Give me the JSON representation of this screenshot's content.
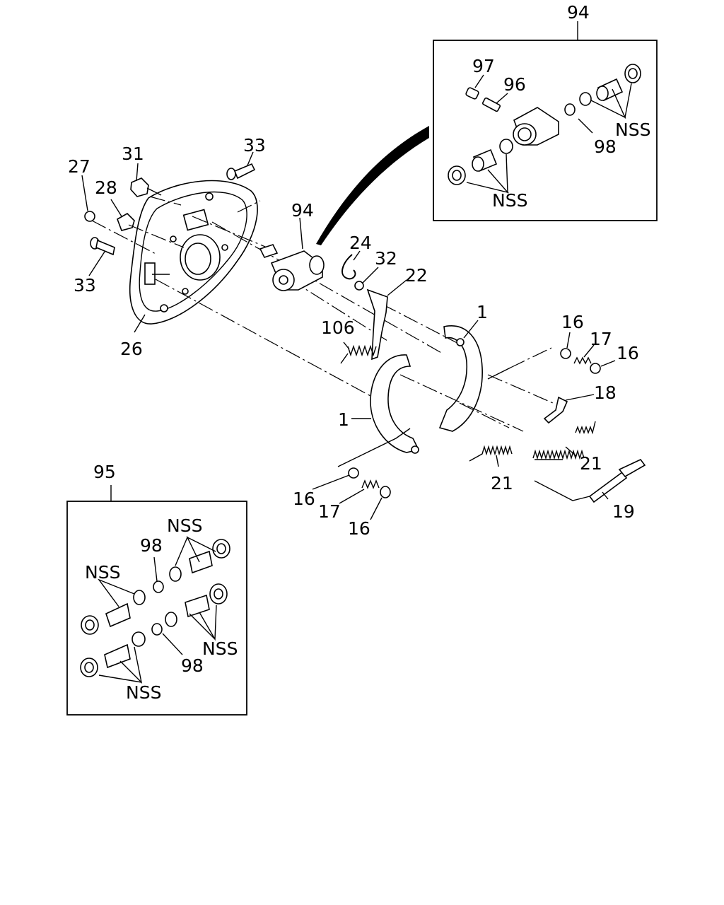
{
  "callouts": {
    "c94_top": "94",
    "c97": "97",
    "c96": "96",
    "c98_a": "98",
    "nss_a": "NSS",
    "nss_b": "NSS",
    "c33_top": "33",
    "c31": "31",
    "c27": "27",
    "c28": "28",
    "c33_left": "33",
    "c26": "26",
    "c94_mid": "94",
    "c24": "24",
    "c32": "32",
    "c22": "22",
    "c106": "106",
    "c1_right": "1",
    "c1_left": "1",
    "c16_a": "16",
    "c17_a": "17",
    "c16_b": "16",
    "c18": "18",
    "c21_a": "21",
    "c21_b": "21",
    "c19": "19",
    "c16_c": "16",
    "c17_b": "17",
    "c16_d": "16",
    "c95": "95",
    "nss_c": "NSS",
    "c98_b": "98",
    "nss_d": "NSS",
    "nss_e": "NSS",
    "c98_c": "98",
    "nss_f": "NSS"
  }
}
